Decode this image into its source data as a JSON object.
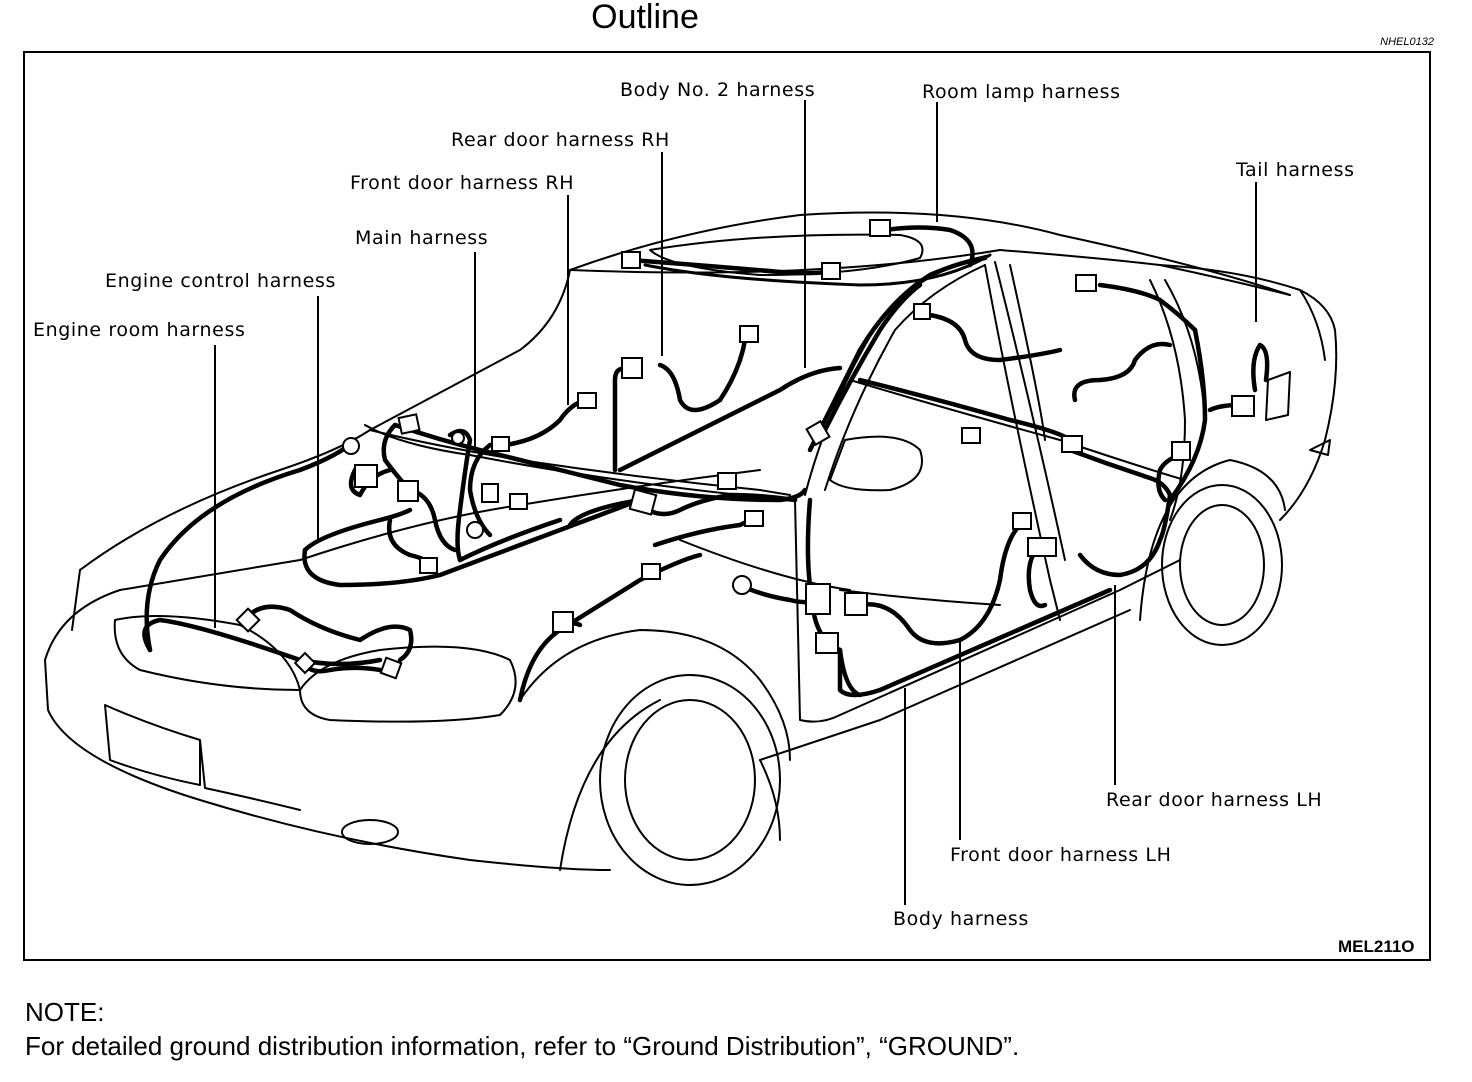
{
  "header": {
    "title": "Outline",
    "code": "NHEL0132"
  },
  "diagram": {
    "labels": {
      "body_no2": "Body No. 2 harness",
      "room_lamp": "Room lamp harness",
      "rear_door_rh": "Rear door harness RH",
      "front_door_rh": "Front door harness RH",
      "tail": "Tail harness",
      "main": "Main harness",
      "engine_control": "Engine control harness",
      "engine_room": "Engine room harness",
      "rear_door_lh": "Rear door harness LH",
      "front_door_lh": "Front door harness LH",
      "body": "Body harness"
    },
    "figure_id": "MEL211O"
  },
  "note": {
    "heading": "NOTE:",
    "text": "For detailed ground distribution information, refer to “Ground Distribution”, “GROUND”."
  }
}
